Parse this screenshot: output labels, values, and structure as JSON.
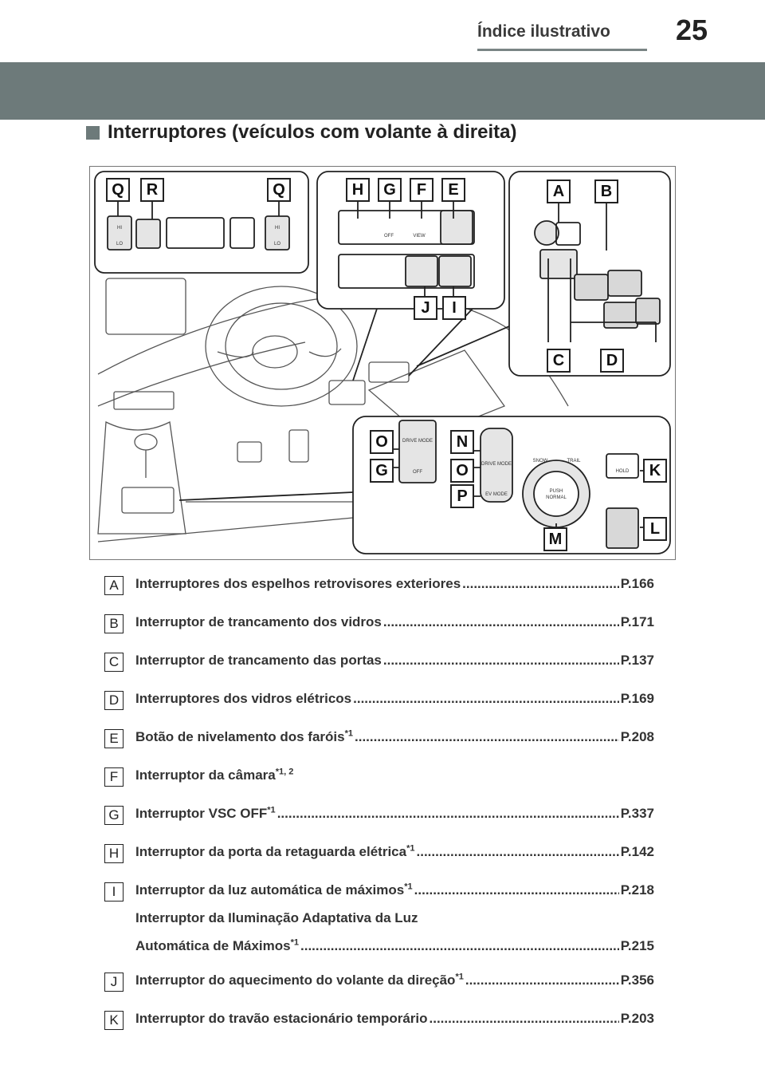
{
  "header": {
    "section_title": "Índice ilustrativo",
    "page_number": "25"
  },
  "section": {
    "heading": "Interruptores (veículos com volante à direita)"
  },
  "figure": {
    "callouts": [
      "Q",
      "R",
      "Q",
      "H",
      "G",
      "F",
      "E",
      "A",
      "B",
      "C",
      "D",
      "J",
      "I",
      "O",
      "N",
      "G",
      "O",
      "P",
      "K",
      "L",
      "M"
    ],
    "switch_labels": {
      "drive_mode": "DRIVE MODE",
      "off": "OFF",
      "view": "VIEW",
      "ev_mode": "EV MODE",
      "snow": "SNOW",
      "trail": "TRAIL",
      "push": "PUSH",
      "normal": "NORMAL",
      "hold": "HOLD",
      "hi": "HI",
      "lo": "LO"
    }
  },
  "index": [
    {
      "letter": "A",
      "label": "Interruptores dos espelhos retrovisores exteriores",
      "ref": "P.166"
    },
    {
      "letter": "B",
      "label": "Interruptor de trancamento dos vidros",
      "ref": "P.171"
    },
    {
      "letter": "C",
      "label": "Interruptor de trancamento das portas",
      "ref": "P.137"
    },
    {
      "letter": "D",
      "label": "Interruptores dos vidros elétricos",
      "ref": "P.169"
    },
    {
      "letter": "E",
      "label": "Botão de nivelamento dos faróis",
      "sup": "*1",
      "ref": "P.208"
    },
    {
      "letter": "F",
      "label": "Interruptor da câmara",
      "sup": "*1, 2",
      "ref": ""
    },
    {
      "letter": "G",
      "label": "Interruptor VSC OFF",
      "sup": "*1",
      "ref": "P.337"
    },
    {
      "letter": "H",
      "label": "Interruptor da porta da retaguarda elétrica",
      "sup": "*1",
      "ref": "P.142"
    },
    {
      "letter": "I",
      "label": "Interruptor da luz automática de máximos",
      "sup": "*1",
      "ref": "P.218",
      "extra_line": "Interruptor da Iluminação Adaptativa da Luz",
      "extra_label": "Automática de Máximos",
      "extra_sup": "*1",
      "extra_ref": "P.215"
    },
    {
      "letter": "J",
      "label": "Interruptor do aquecimento do volante da direção",
      "sup": "*1",
      "ref": "P.356"
    },
    {
      "letter": "K",
      "label": "Interruptor do travão estacionário temporário",
      "ref": "P.203"
    }
  ]
}
